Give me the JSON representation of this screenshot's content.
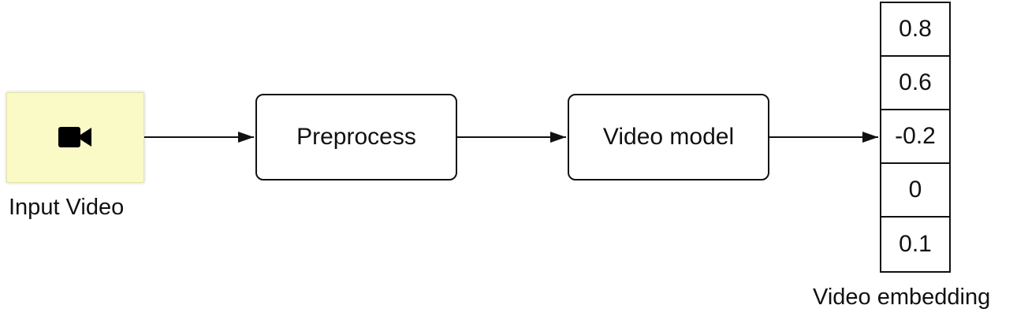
{
  "colors": {
    "input_fill": "#fafac6",
    "stroke": "#111111"
  },
  "input": {
    "icon": "video-camera-icon",
    "label": "Input Video"
  },
  "steps": [
    {
      "label": "Preprocess"
    },
    {
      "label": "Video model"
    }
  ],
  "embedding": {
    "values": [
      "0.8",
      "0.6",
      "-0.2",
      "0",
      "0.1"
    ],
    "label": "Video embedding"
  }
}
